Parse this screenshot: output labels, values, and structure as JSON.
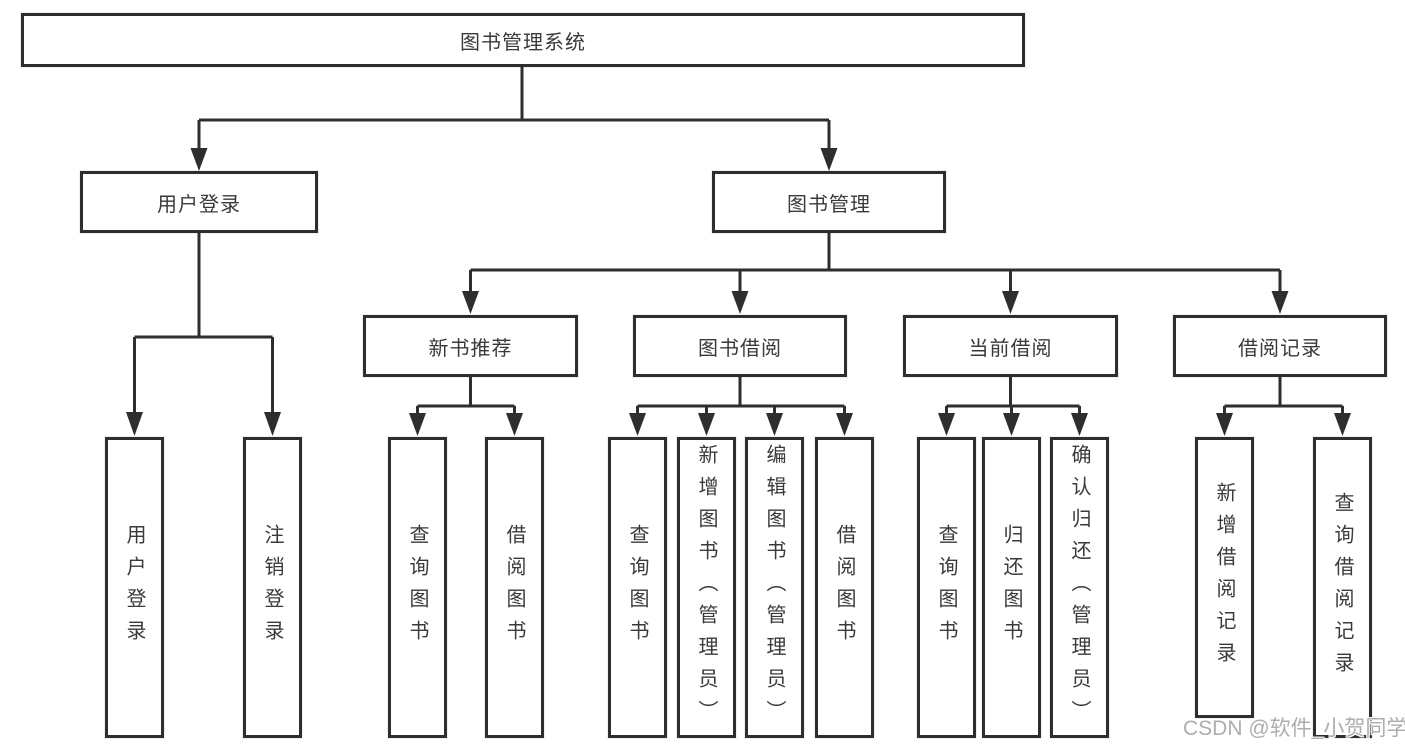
{
  "colors": {
    "line": "#2e2e2e",
    "box_border": "#2e2e2e",
    "box_background": "#ffffff",
    "text": "#3a3a3a",
    "watermark_text": "#adadad",
    "canvas_background": "#ffffff"
  },
  "tree": {
    "root": {
      "label": "图书管理系统"
    },
    "branches": [
      {
        "label": "用户登录",
        "children": [
          {
            "label": "用户登录"
          },
          {
            "label": "注销登录"
          }
        ]
      },
      {
        "label": "图书管理",
        "children": [
          {
            "label": "新书推荐",
            "children": [
              {
                "label": "查询图书"
              },
              {
                "label": "借阅图书"
              }
            ]
          },
          {
            "label": "图书借阅",
            "children": [
              {
                "label": "查询图书"
              },
              {
                "label": "新增图书（管理员）"
              },
              {
                "label": "编辑图书（管理员）"
              },
              {
                "label": "借阅图书"
              }
            ]
          },
          {
            "label": "当前借阅",
            "children": [
              {
                "label": "查询图书"
              },
              {
                "label": "归还图书"
              },
              {
                "label": "确认归还（管理员）"
              }
            ]
          },
          {
            "label": "借阅记录",
            "children": [
              {
                "label": "新增借阅记录"
              },
              {
                "label": "查询借阅记录"
              }
            ]
          }
        ]
      }
    ]
  },
  "watermark": {
    "text": "CSDN @软件_小贺同学"
  }
}
